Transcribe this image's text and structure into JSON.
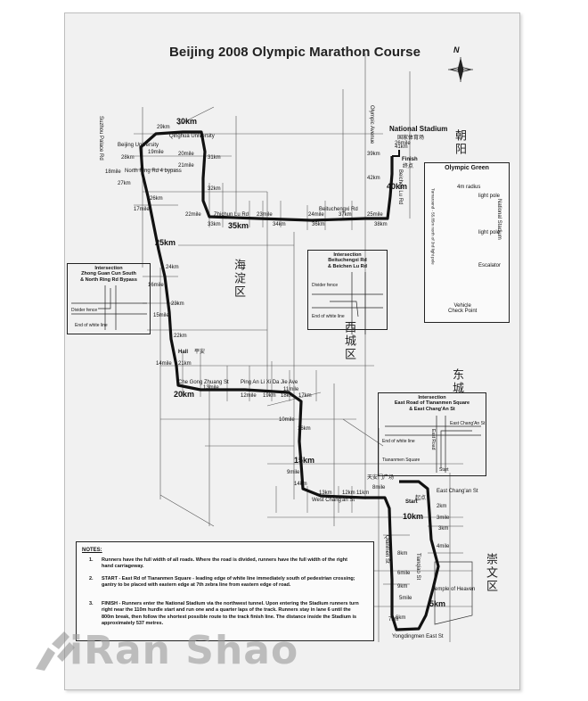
{
  "title": "Beijing 2008 Olympic Marathon Course",
  "compass": {
    "north_letter": "N"
  },
  "places": {
    "national_stadium": "National Stadium",
    "national_stadium_cn": "国家体育场",
    "finish_cn": "终点",
    "finish": "Finish",
    "start": "Start",
    "start_cn": "起点",
    "qinghua": "Qinghua University",
    "beijing_univ": "Beijing University",
    "north_ring_bypass": "North Ring Rd 4 bypass",
    "zhichun_lu": "Zhichun Lu Rd",
    "beituchengxi": "Beituchengxi Rd",
    "che_gong_zhuang": "Che Gong Zhuang St",
    "ping_an_li": "Ping An Li Xi Da Jie Ave",
    "west_changan": "West Chang'an St",
    "east_changan": "East Chang'an St",
    "qianmen": "Qianmen St",
    "tianqiao": "Tianqiao St",
    "temple_of_heaven": "Temple of Heaven",
    "yongdingmen": "Yongdingmen East St",
    "olympic_avenue": "Olympic Avenue",
    "beichen_lu": "Beichen Lu Rd",
    "sanchuan": "Suzhou Palace Rd",
    "haidian_cn": "海淀区",
    "xicheng_cn": "西城区",
    "dongcheng_cn": "东城",
    "chaoyang_cn": "朝阳",
    "chongwen_cn": "崇文区",
    "hall_cn": "平安",
    "hall": "Hall",
    "tiananmen_cn": "天安门广场"
  },
  "markers": {
    "km": [
      "5km",
      "10km",
      "15km",
      "20km",
      "25km",
      "30km",
      "35km",
      "40km",
      "2km",
      "3km",
      "6km",
      "7km",
      "8km",
      "9km",
      "11km",
      "12km",
      "13km",
      "14km",
      "16km",
      "17km",
      "18km",
      "19km",
      "21km",
      "22km",
      "23km",
      "24km",
      "26km",
      "27km",
      "28km",
      "29km",
      "31km",
      "32km",
      "33km",
      "34km",
      "36km",
      "37km",
      "38km",
      "39km",
      "41km",
      "42km"
    ],
    "mile": [
      "3mile",
      "4mile",
      "5mile",
      "6mile",
      "8mile",
      "9mile",
      "10mile",
      "11mile",
      "12mile",
      "13mile",
      "14mile",
      "15mile",
      "16mile",
      "17mile",
      "18mile",
      "19mile",
      "20mile",
      "21mile",
      "22mile",
      "23mile",
      "24mile",
      "25mile",
      "26mile"
    ]
  },
  "insets": {
    "olympic_green": {
      "title": "Olympic Green",
      "labels": [
        "4m radius",
        "light pole",
        "light pole",
        "Escalator",
        "Vehicle\nCheck Point",
        "Turnaround - 55.85m north of 3rd light pole",
        "National Stadium"
      ]
    },
    "beituchengxi": {
      "title": "Intersection\nBeituchengxi Rd\n& Beichen Lu Rd",
      "labels": [
        "Divider fence",
        "End of white line"
      ]
    },
    "zhongguancun": {
      "title": "Intersection\nZhong Guan Cun South\n& North Ring Rd Bypass",
      "labels": [
        "Divider fence",
        "End of white line"
      ]
    },
    "tiananmen": {
      "title": "Intersection\nEast Road of Tiananmen Square\n& East Chang'An St",
      "labels": [
        "East Chang'An St",
        "End of white line",
        "Tiananmen Square",
        "East Road",
        "Start"
      ]
    }
  },
  "notes": {
    "heading": "NOTES:",
    "items": [
      {
        "num": "1.",
        "text": "Runners have the full width of all roads. Where the road is divided, runners have the full width of the right hand carriageway."
      },
      {
        "num": "2.",
        "text": "START - East Rd of Tiananmen Square - leading edge of white line immediately south of pedestrian crossing; gantry to be placed with eastern edge at 7th zebra line from eastern edge of road."
      },
      {
        "num": "3.",
        "text": "FINISH - Runners enter the National Stadium via the northwest tunnel. Upon entering the Stadium runners turn right near the 110m hurdle start and run one and a quarter laps of the track. Runners stay in lane 6 until the 800m break, then follow the shortest possible route to the track finish line. The distance inside the Stadium is approximately 537 metres."
      }
    ]
  },
  "watermark": "iRan Shao"
}
